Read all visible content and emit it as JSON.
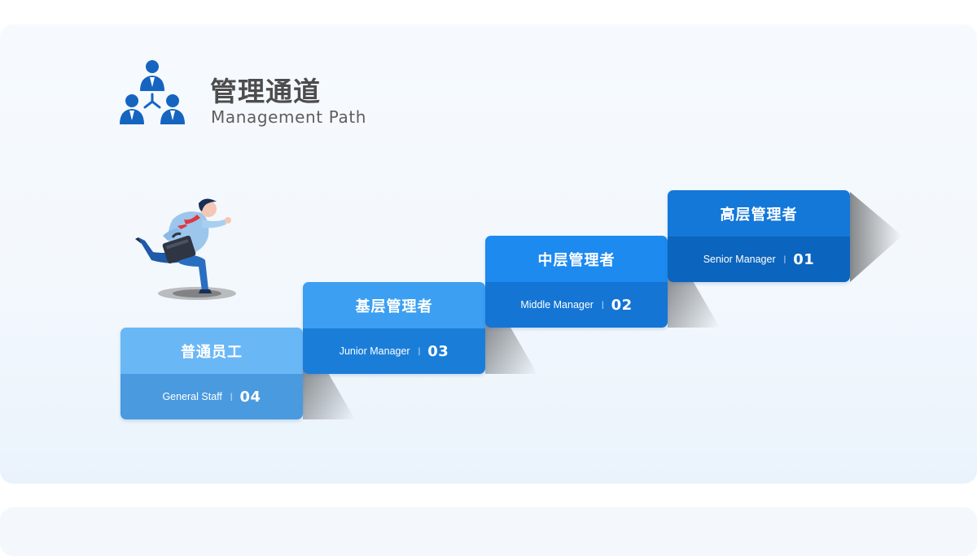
{
  "header": {
    "title": "管理通道",
    "subtitle": "Management Path",
    "icon": "team-hierarchy-icon"
  },
  "illustration": {
    "icon": "running-businessman-icon"
  },
  "steps": [
    {
      "title": "普通员工",
      "en": "General Staff",
      "sep": "|",
      "num": "04"
    },
    {
      "title": "基层管理者",
      "en": "Junior Manager",
      "sep": "|",
      "num": "03"
    },
    {
      "title": "中层管理者",
      "en": "Middle Manager",
      "sep": "|",
      "num": "02"
    },
    {
      "title": "高层管理者",
      "en": "Senior Manager",
      "sep": "|",
      "num": "01"
    }
  ],
  "colors": {
    "accent": "#1478d9",
    "title_text": "#4d4d4d",
    "icon_blue": "#1565c0"
  }
}
